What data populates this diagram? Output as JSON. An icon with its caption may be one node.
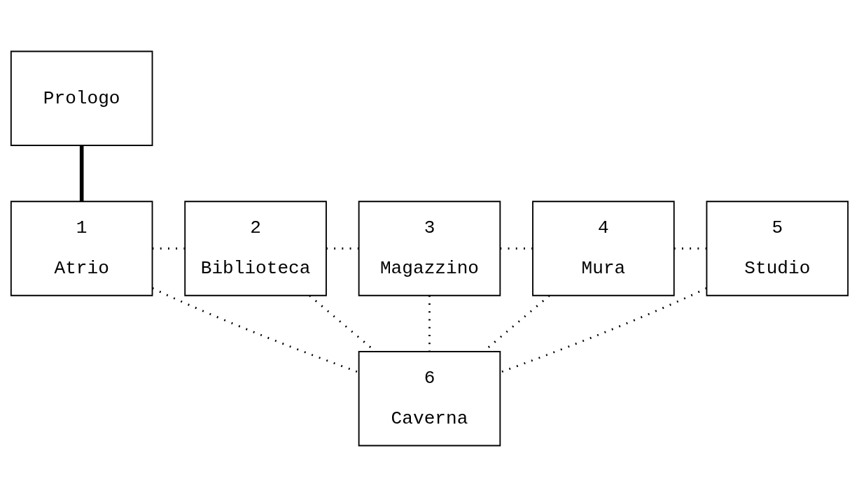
{
  "diagram": {
    "nodes": [
      {
        "text": [
          "Prologo"
        ]
      },
      {
        "text": [
          "1",
          "Atrio"
        ]
      },
      {
        "text": [
          "2",
          "Biblioteca"
        ]
      },
      {
        "text": [
          "3",
          "Magazzino"
        ]
      },
      {
        "text": [
          "4",
          "Mura"
        ]
      },
      {
        "text": [
          "5",
          "Studio"
        ]
      },
      {
        "text": [
          "6",
          "Caverna"
        ]
      }
    ],
    "edges": [
      {
        "from": 0,
        "to": 1,
        "arrow": "none",
        "style": "thick"
      },
      {
        "from": 1,
        "to": 2,
        "arrow": "none",
        "style": "dashed"
      },
      {
        "from": 2,
        "to": 3,
        "arrow": "none",
        "style": "dashed"
      },
      {
        "from": 3,
        "to": 4,
        "arrow": "none",
        "style": "dashed"
      },
      {
        "from": 4,
        "to": 5,
        "arrow": "none",
        "style": "dashed"
      },
      {
        "from": 1,
        "to": 6,
        "arrow": "none",
        "style": "dashed"
      },
      {
        "from": 2,
        "to": 6,
        "arrow": "none",
        "style": "dashed"
      },
      {
        "from": 3,
        "to": 6,
        "arrow": "none",
        "style": "dashed"
      },
      {
        "from": 4,
        "to": 6,
        "arrow": "none",
        "style": "dashed"
      },
      {
        "from": 5,
        "to": 6,
        "arrow": "none",
        "style": "dashed"
      }
    ]
  }
}
